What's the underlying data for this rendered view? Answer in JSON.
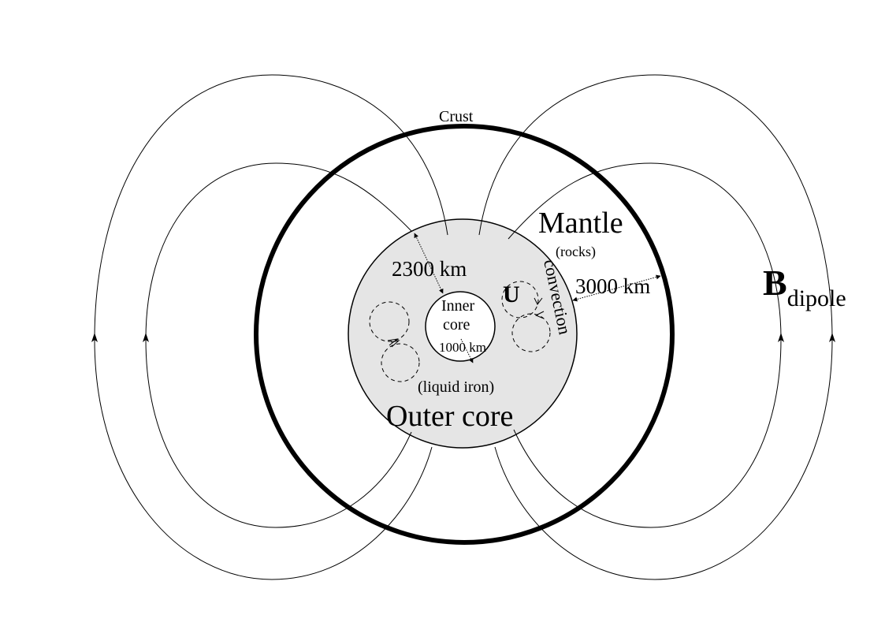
{
  "labels": {
    "crust": "Crust",
    "mantle": "Mantle",
    "mantle_sub": "(rocks)",
    "outer_core_dist": "2300 km",
    "mantle_dist": "3000 km",
    "inner_core_1": "Inner",
    "inner_core_2": "core",
    "inner_core_dist": "1000 km",
    "velocity": "U",
    "convection": "convection",
    "outer_core_sub": "(liquid iron)",
    "outer_core": "Outer core",
    "field_main": "B",
    "field_sub": "dipole"
  },
  "colors": {
    "outer_core_fill": "#e5e5e5",
    "line": "#000000"
  }
}
